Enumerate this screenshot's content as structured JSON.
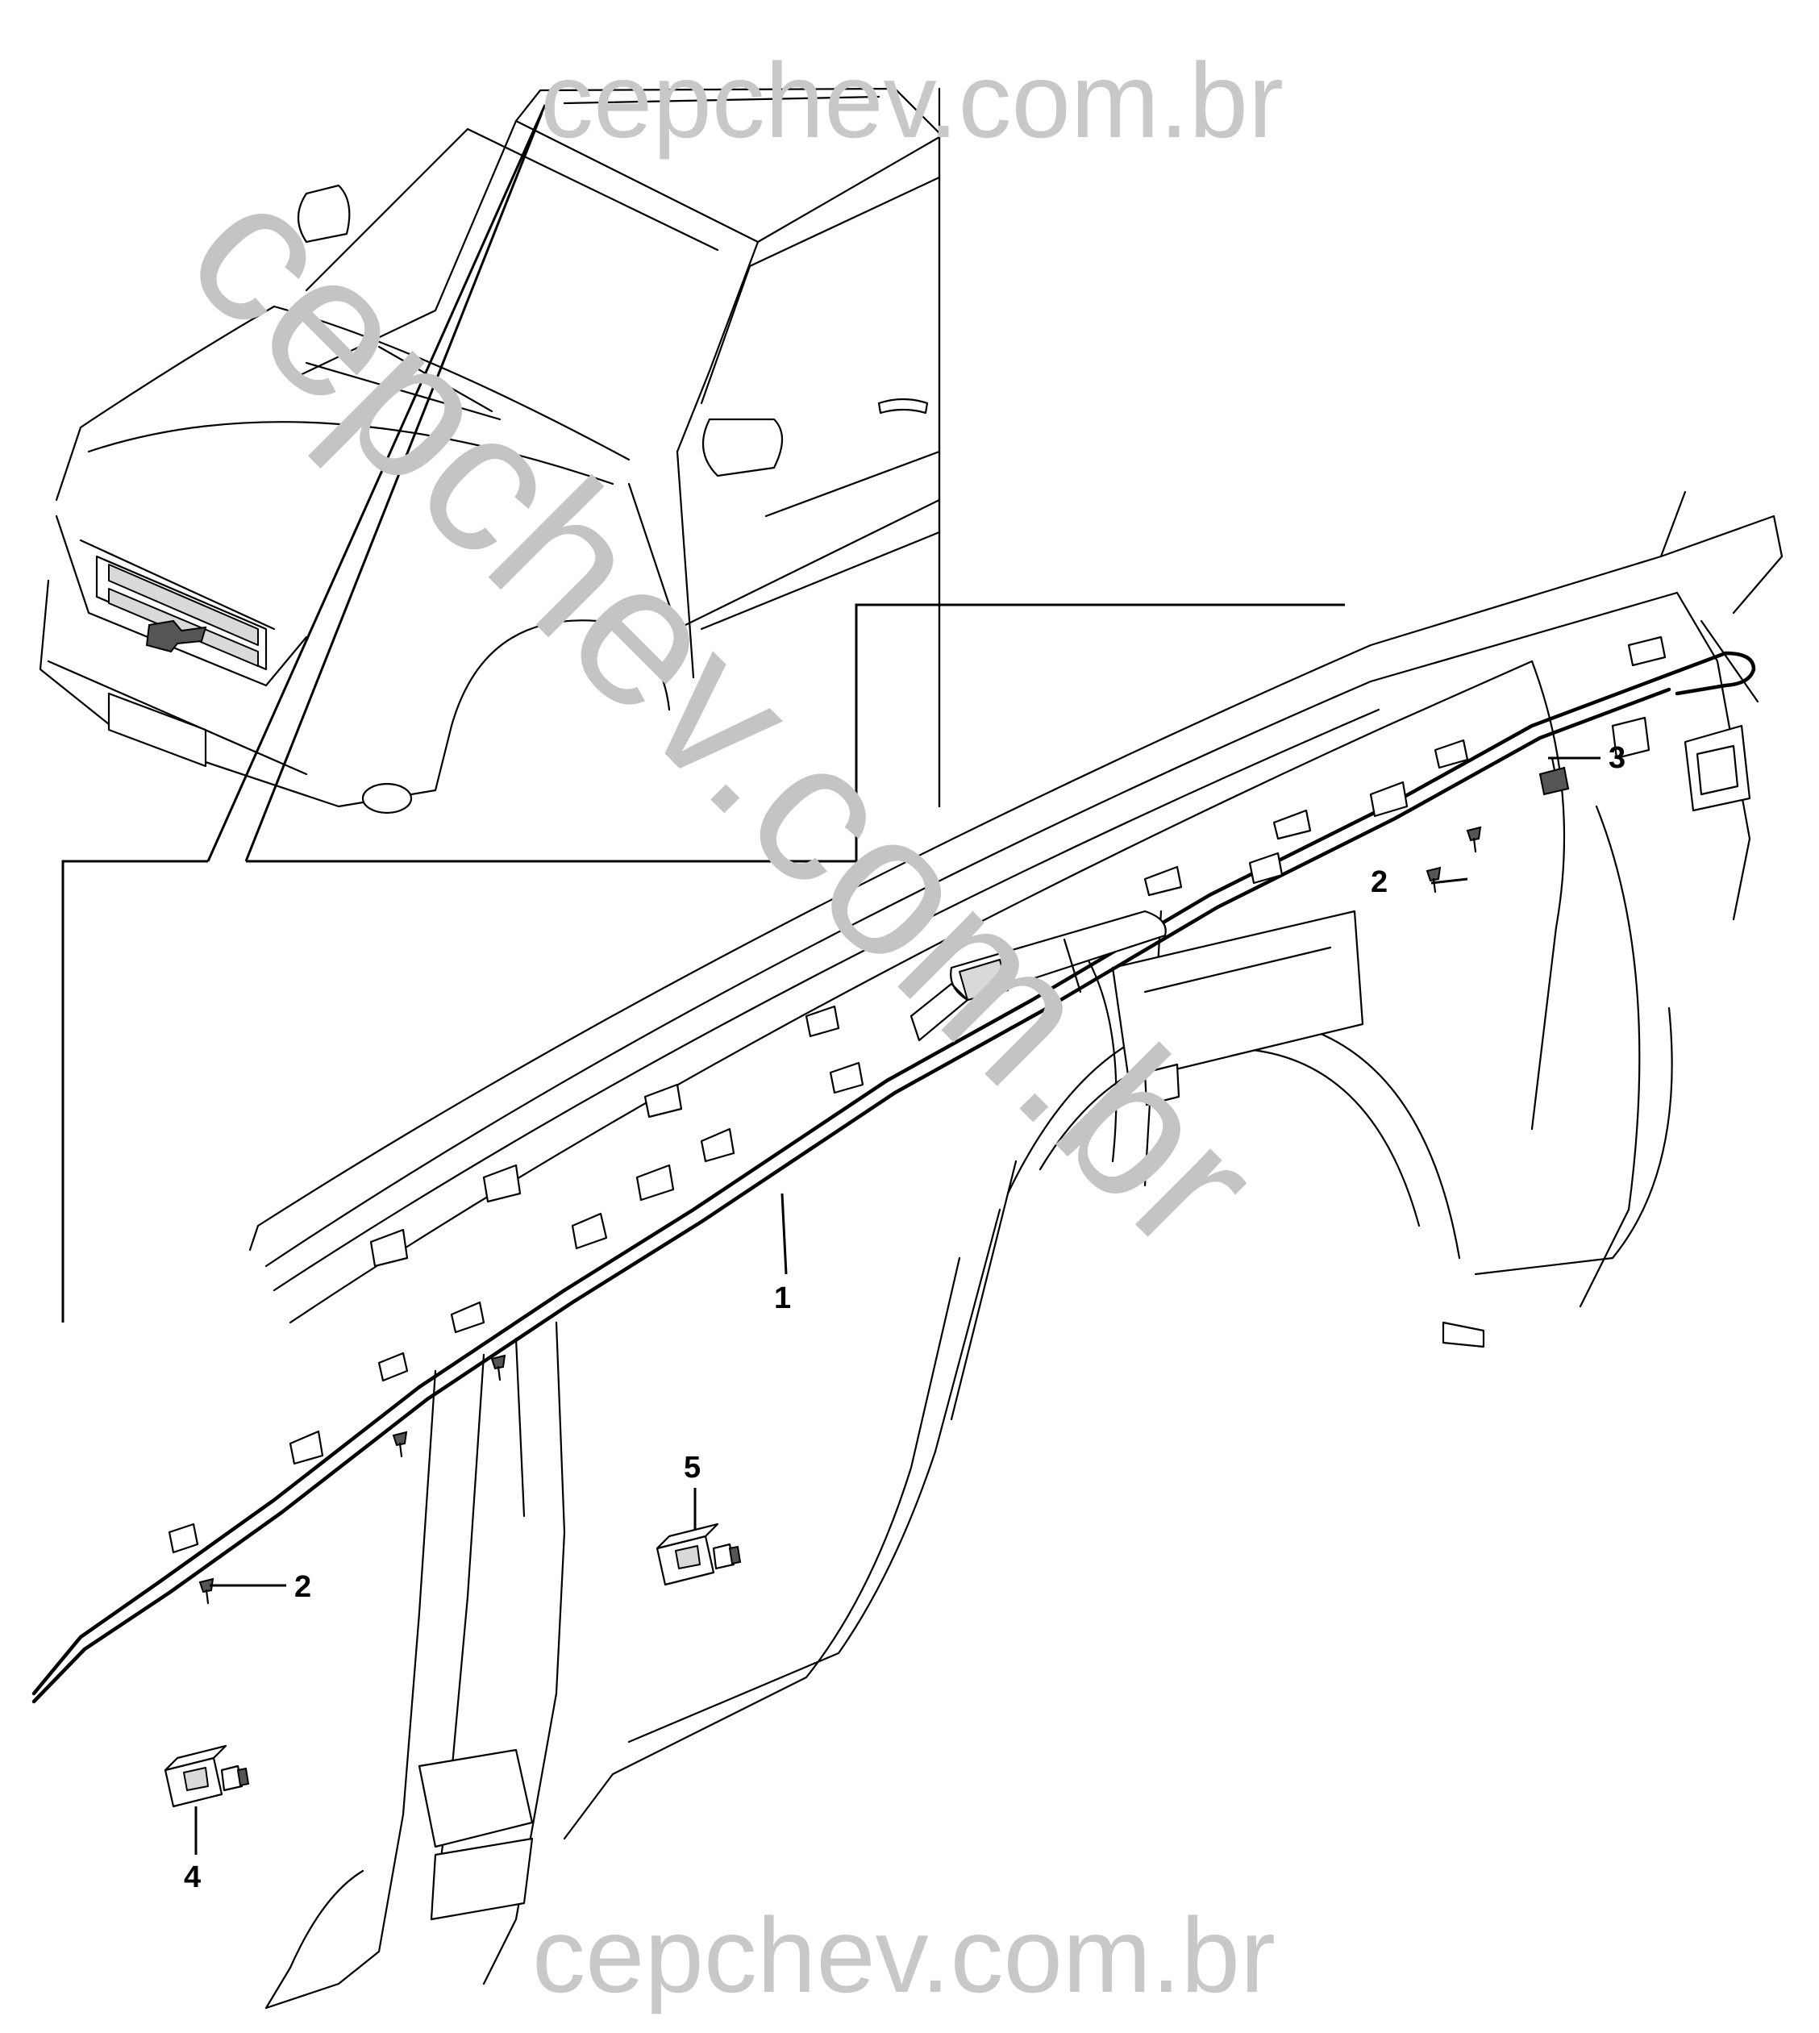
{
  "watermarks": {
    "top": "cepchev.com.br",
    "bottom": "cepchev.com.br",
    "diagonal": "cepchev.com.br"
  },
  "callouts": [
    {
      "id": "1",
      "label": "1"
    },
    {
      "id": "2a",
      "label": "2"
    },
    {
      "id": "2b",
      "label": "2"
    },
    {
      "id": "3",
      "label": "3"
    },
    {
      "id": "4",
      "label": "4"
    },
    {
      "id": "5",
      "label": "5"
    }
  ]
}
